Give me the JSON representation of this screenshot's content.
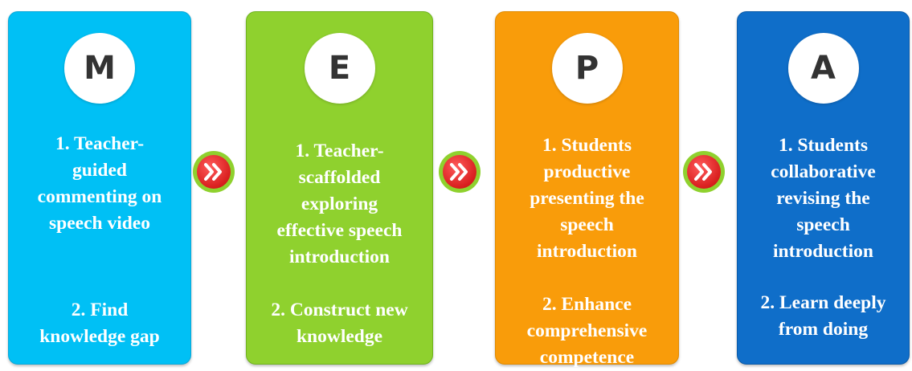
{
  "steps": [
    {
      "letter": "M",
      "line1": "1. Teacher-\nguided\ncommenting on\nspeech video",
      "line2": "2. Find\nknowledge gap",
      "color": "#00c0f5"
    },
    {
      "letter": "E",
      "line1": "1. Teacher-\nscaffolded\nexploring\neffective speech\nintroduction",
      "line2": "2. Construct new\nknowledge",
      "color": "#8fd12e"
    },
    {
      "letter": "P",
      "line1": "1. Students\nproductive\npresenting the\nspeech\nintroduction",
      "line2": "2. Enhance\ncomprehensive\ncompetence",
      "color": "#f99c0a"
    },
    {
      "letter": "A",
      "line1": "1. Students\ncollaborative\nrevising the\nspeech\nintroduction",
      "line2": "2. Learn deeply\nfrom doing",
      "color": "#0f6ec9"
    }
  ],
  "connectors": [
    {
      "icon": "double-chevron-right-icon"
    },
    {
      "icon": "double-chevron-right-icon"
    },
    {
      "icon": "double-chevron-right-icon"
    }
  ]
}
